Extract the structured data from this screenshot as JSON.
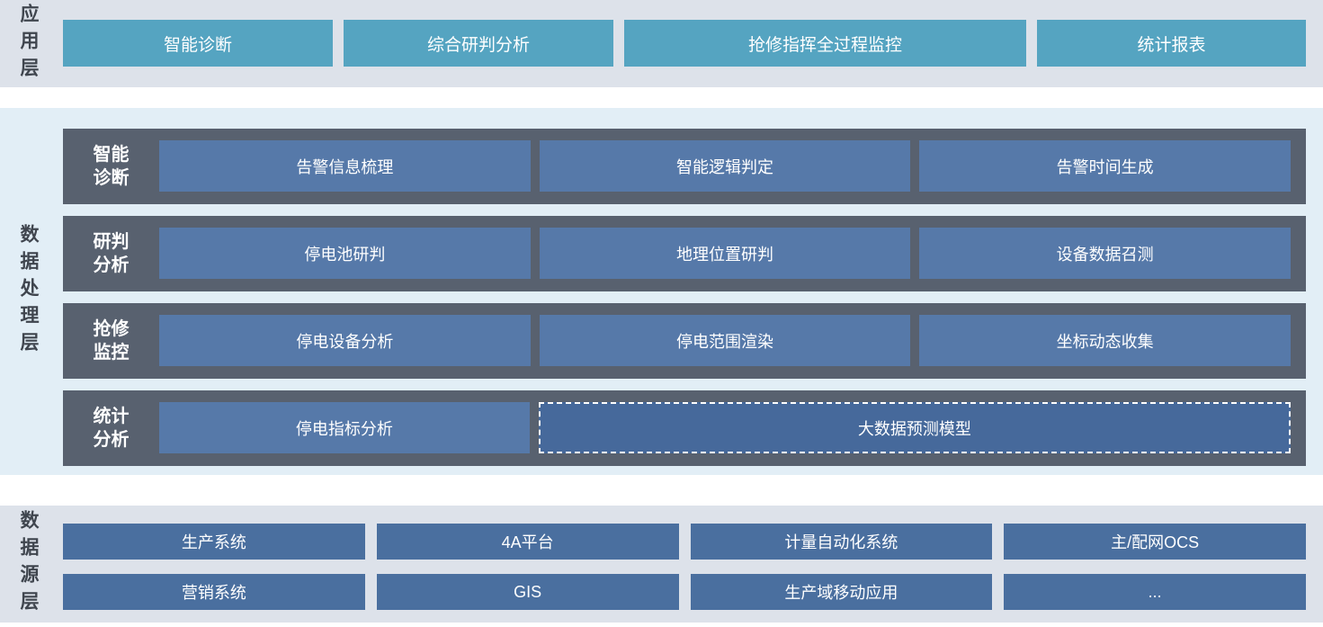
{
  "application_layer": {
    "label": "应用层",
    "buttons": [
      "智能诊断",
      "综合研判分析",
      "抢修指挥全过程监控",
      "统计报表"
    ]
  },
  "processing_layer": {
    "label": "数据处理层",
    "rows": [
      {
        "label_lines": [
          "智能",
          "诊断"
        ],
        "boxes": [
          "告警信息梳理",
          "智能逻辑判定",
          "告警时间生成"
        ]
      },
      {
        "label_lines": [
          "研判",
          "分析"
        ],
        "boxes": [
          "停电池研判",
          "地理位置研判",
          "设备数据召测"
        ]
      },
      {
        "label_lines": [
          "抢修",
          "监控"
        ],
        "boxes": [
          "停电设备分析",
          "停电范围渲染",
          "坐标动态收集"
        ]
      },
      {
        "label_lines": [
          "统计",
          "分析"
        ],
        "boxes": [
          "停电指标分析",
          "大数据预测模型"
        ]
      }
    ]
  },
  "source_layer": {
    "label": "数据源层",
    "rows": [
      [
        "生产系统",
        "4A平台",
        "计量自动化系统",
        "主/配网OCS"
      ],
      [
        "营销系统",
        "GIS",
        "生产域移动应用",
        "..."
      ]
    ]
  },
  "colors": {
    "teal_button": "#55a4c1",
    "dark_band": "#58616f",
    "steel_blue_box": "#5679a9",
    "dotted_box_fill": "#46699b",
    "source_box": "#4a6f9f",
    "strip_background": "#dde2ea",
    "processing_background": "#e2eef6",
    "layer_label_text": "#3f454e"
  }
}
